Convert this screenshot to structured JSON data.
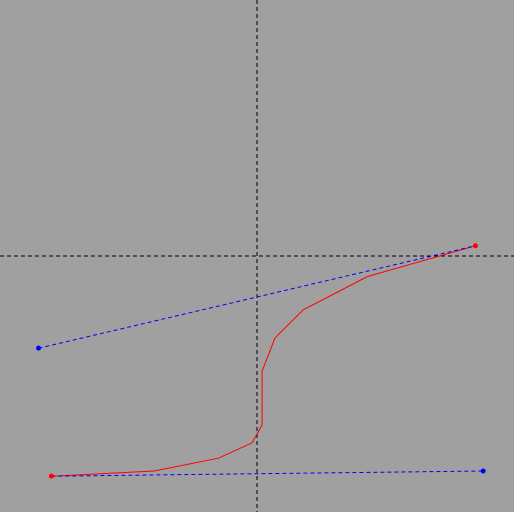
{
  "canvas": {
    "background": "#a0a0a0"
  },
  "colors": {
    "axis": "#000000",
    "curve": "#ff0000",
    "guide": "#0000ff"
  },
  "chart_data": {
    "type": "line",
    "axes": {
      "style": "dashed",
      "x_range": [
        -1.0,
        1.0
      ],
      "y_range": [
        -1.0,
        1.0
      ],
      "origin": [
        0,
        0
      ]
    },
    "series": [
      {
        "style": "solid",
        "color": "#ff0000",
        "points": [
          [
            -0.8,
            -0.86
          ],
          [
            -0.4,
            -0.84
          ],
          [
            -0.15,
            -0.79
          ],
          [
            -0.02,
            -0.73
          ],
          [
            0.02,
            -0.66
          ],
          [
            0.02,
            -0.45
          ],
          [
            0.07,
            -0.32
          ],
          [
            0.18,
            -0.21
          ],
          [
            0.43,
            -0.08
          ],
          [
            0.85,
            0.04
          ]
        ],
        "endpoint_markers": true
      },
      {
        "style": "dashed",
        "color": "#0000ff",
        "points": [
          [
            -0.85,
            -0.36
          ],
          [
            0.85,
            0.04
          ]
        ],
        "endpoint_markers": [
          true,
          false
        ]
      },
      {
        "style": "dashed",
        "color": "#0000ff",
        "points": [
          [
            -0.8,
            -0.86
          ],
          [
            0.88,
            -0.84
          ]
        ],
        "endpoint_markers": [
          false,
          true
        ]
      }
    ]
  }
}
